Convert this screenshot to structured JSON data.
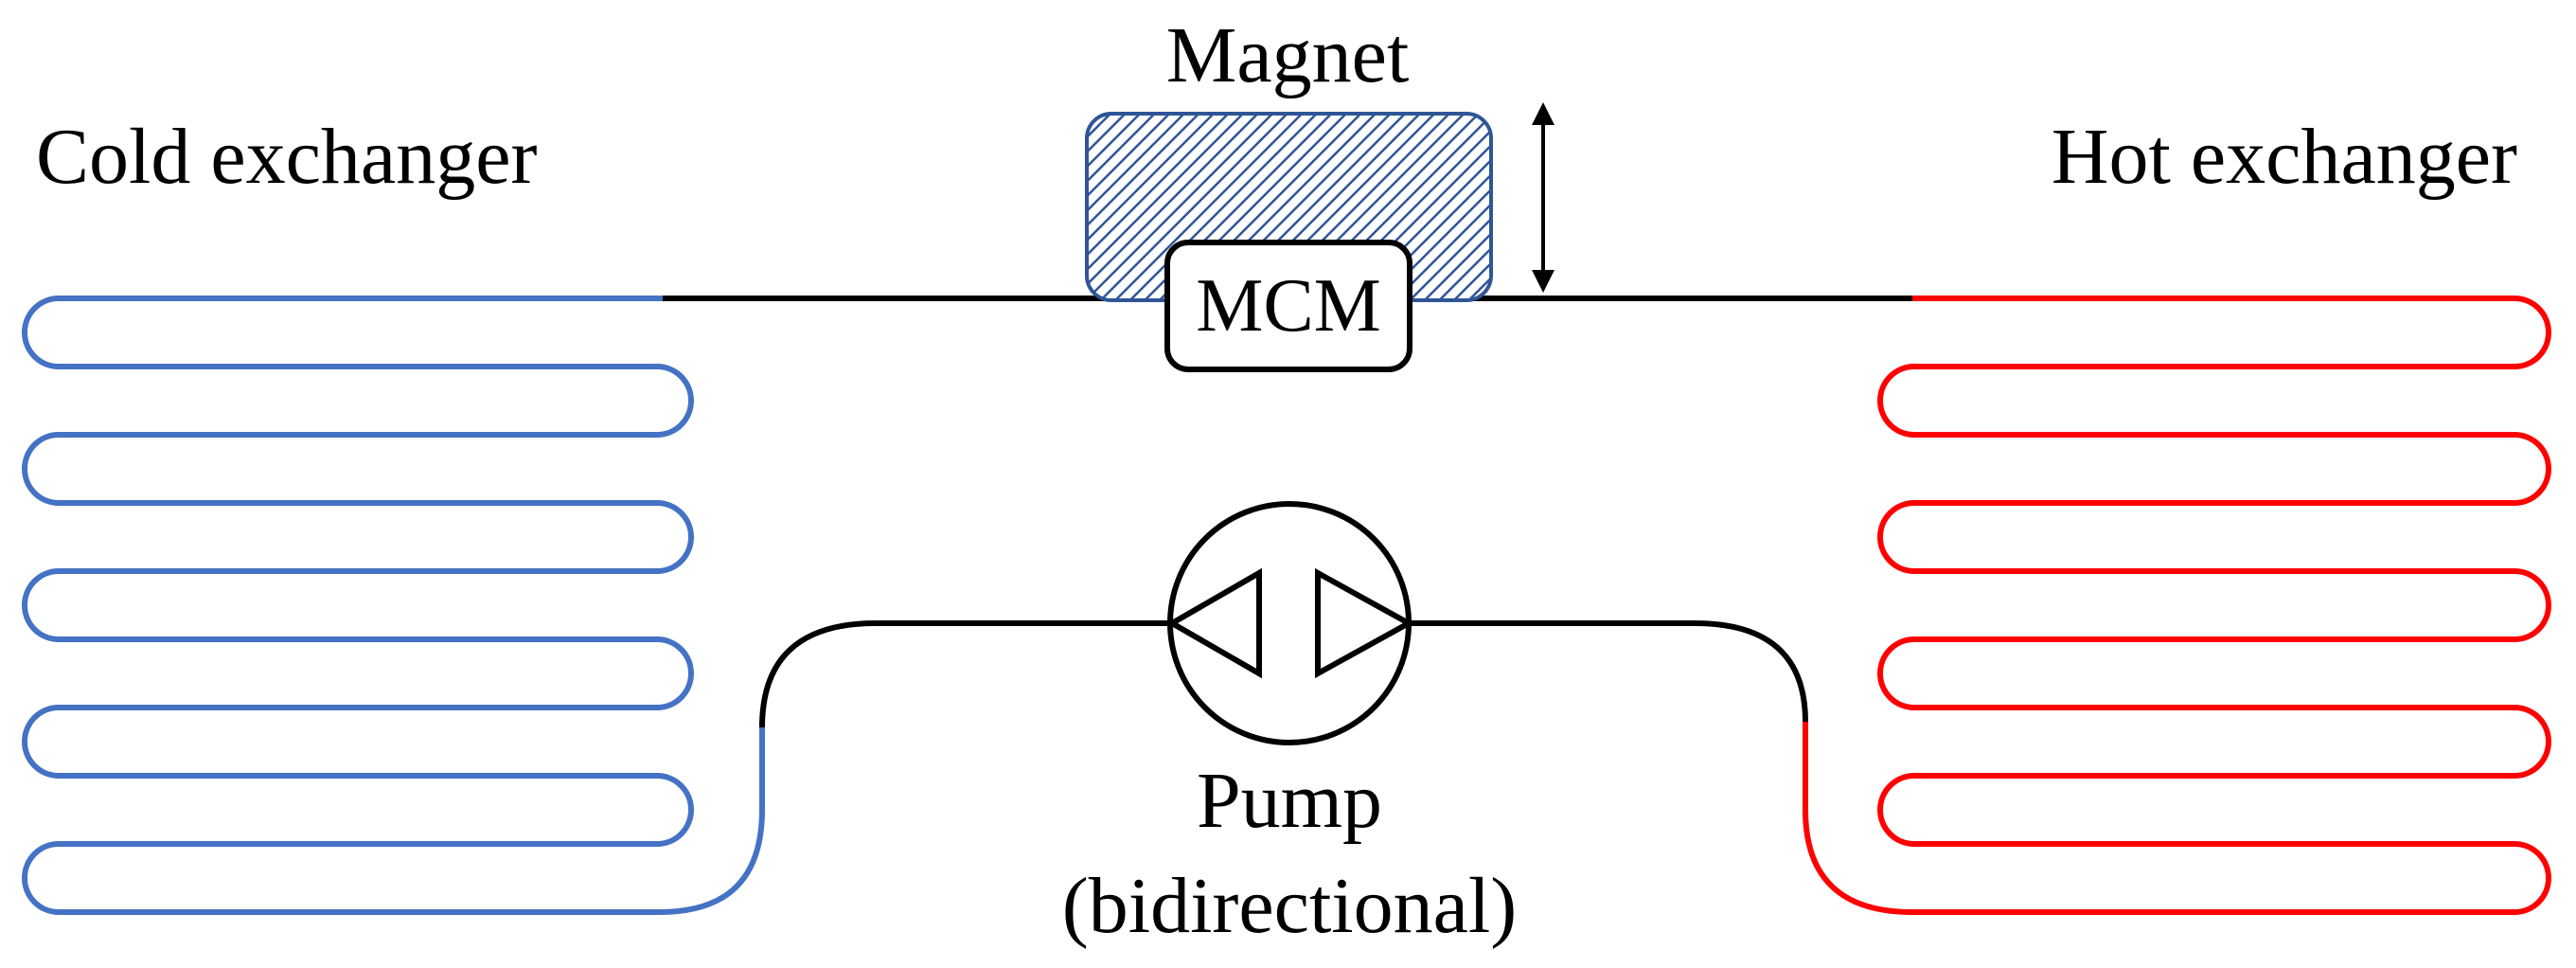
{
  "labels": {
    "cold_exchanger": "Cold exchanger",
    "magnet": "Magnet",
    "hot_exchanger": "Hot exchanger",
    "mcm": "MCM",
    "pump_line1": "Pump",
    "pump_line2": "(bidirectional)"
  },
  "colors": {
    "cold": "#4472c4",
    "hot": "#ff0000",
    "pipe": "#000000",
    "magnet_fill": "#2f5597"
  }
}
